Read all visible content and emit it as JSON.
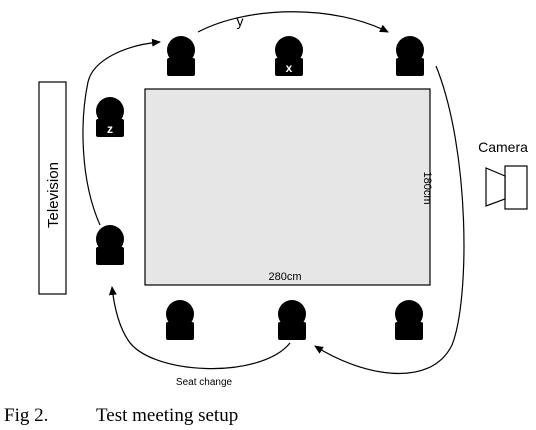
{
  "labels": {
    "television": "Television",
    "camera": "Camera",
    "table_width": "280cm",
    "table_height": "180cm",
    "arrow_y": "y",
    "seat_change": "Seat change",
    "person_x": "x",
    "person_z": "z"
  },
  "caption": {
    "fig": "Fig 2.",
    "text": "Test meeting setup"
  },
  "colors": {
    "table_fill": "#e6e6e6",
    "ink": "#000000"
  }
}
